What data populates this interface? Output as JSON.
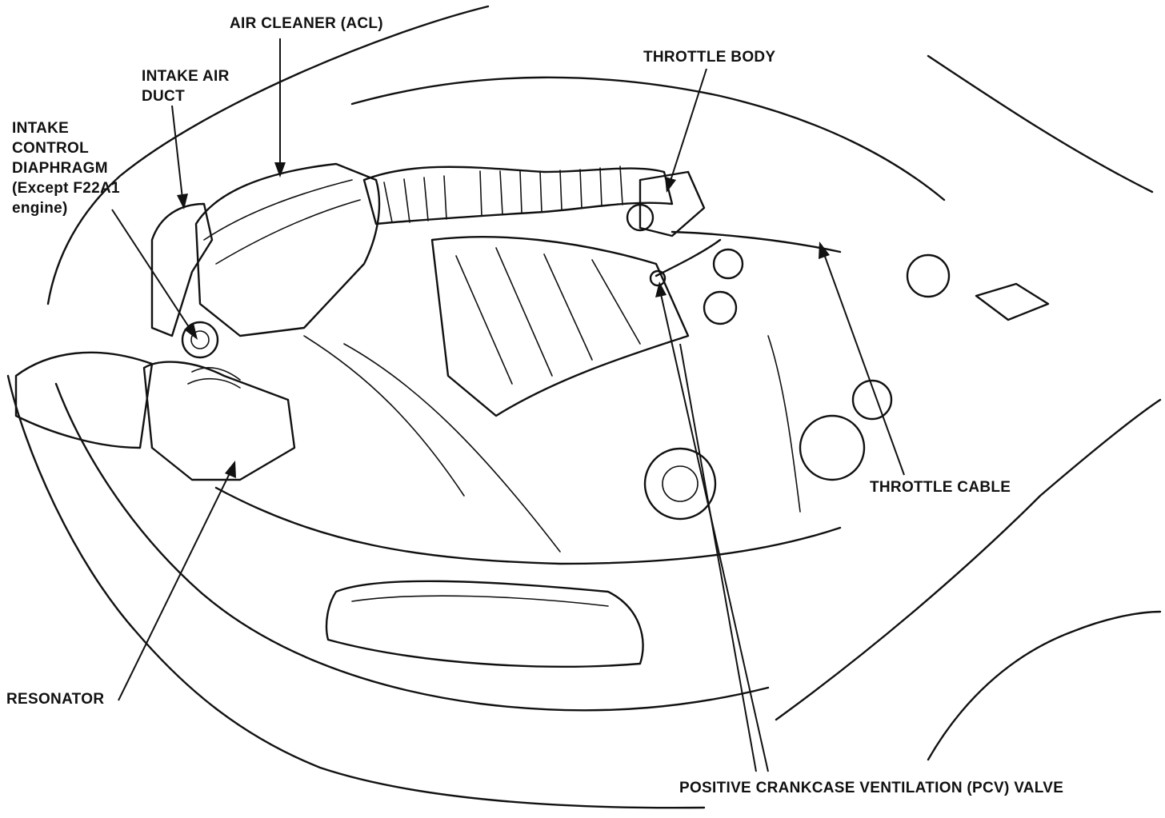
{
  "labels": {
    "air_cleaner": "AIR CLEANER (ACL)",
    "intake_air_duct_1": "INTAKE AIR",
    "intake_air_duct_2": "DUCT",
    "intake_control_diaphragm_1": "INTAKE",
    "intake_control_diaphragm_2": "CONTROL",
    "intake_control_diaphragm_3": "DIAPHRAGM",
    "intake_control_diaphragm_4": "(Except F22A1",
    "intake_control_diaphragm_5": "engine)",
    "throttle_body": "THROTTLE BODY",
    "throttle_cable": "THROTTLE CABLE",
    "resonator": "RESONATOR",
    "pcv_valve": "POSITIVE CRANKCASE VENTILATION (PCV) VALVE"
  }
}
